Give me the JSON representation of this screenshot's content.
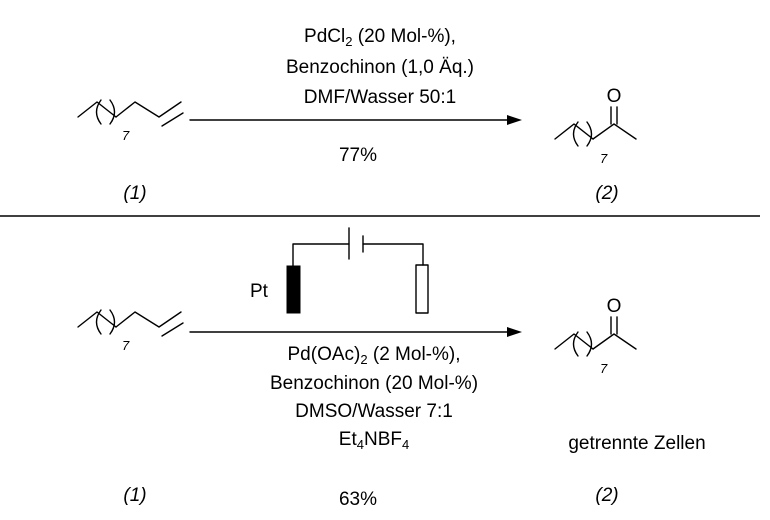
{
  "top": {
    "conditions": {
      "line1_pre": "PdCl",
      "line1_sub": "2",
      "line1_post": " (20 Mol-%),",
      "line2": "Benzochinon (1,0 Äq.)",
      "line3": "DMF/Wasser 50:1"
    },
    "yield": "77%",
    "reactant_label": "(1)",
    "product_label": "(2)",
    "chain_repeat": "7",
    "carbonyl_atom": "O"
  },
  "bottom": {
    "electrode_label": "Pt",
    "conditions": {
      "line1_pre": "Pd(OAc)",
      "line1_sub": "2",
      "line1_post": " (2 Mol-%),",
      "line2": "Benzochinon (20 Mol-%)",
      "line3": "DMSO/Wasser 7:1",
      "line4_a": "Et",
      "line4_sub1": "4",
      "line4_b": "NBF",
      "line4_sub2": "4"
    },
    "cell_note": "getrennte Zellen",
    "yield": "63%",
    "reactant_label": "(1)",
    "product_label": "(2)",
    "chain_repeat": "7",
    "carbonyl_atom": "O"
  }
}
